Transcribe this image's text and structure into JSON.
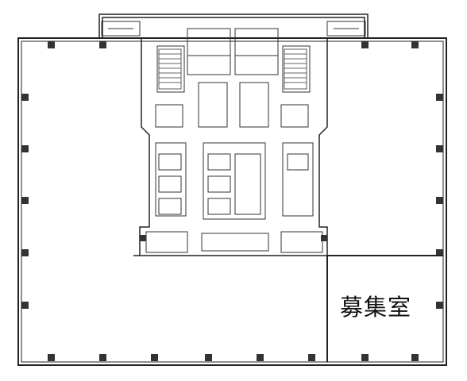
{
  "floorplan": {
    "vacancy_label": "募集室",
    "colors": {
      "wall": "#222222",
      "line": "#333333",
      "room_fill": "#ffffff",
      "column": "#333333",
      "label": "#111111"
    },
    "elements": {
      "core": "core-area",
      "available_unit": "available-unit"
    }
  }
}
